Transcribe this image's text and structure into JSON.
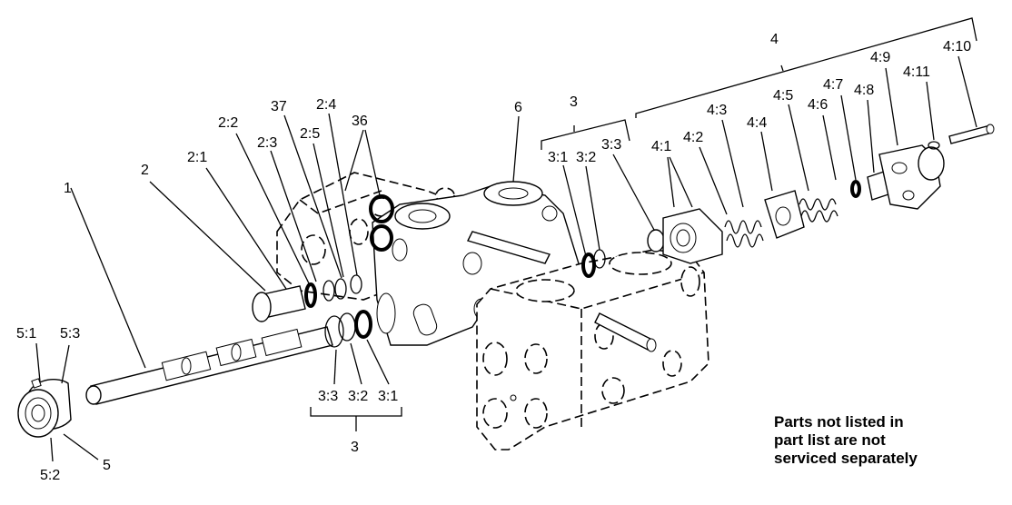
{
  "callouts": {
    "c_1": "1",
    "c_2": "2",
    "c_2_1": "2:1",
    "c_2_2": "2:2",
    "c_2_3": "2:3",
    "c_37": "37",
    "c_2_5": "2:5",
    "c_2_4": "2:4",
    "c_36": "36",
    "c_6": "6",
    "c_3_top": "3",
    "c_3_1_top": "3:1",
    "c_3_2_top": "3:2",
    "c_3_3_top": "3:3",
    "c_4": "4",
    "c_4_1": "4:1",
    "c_4_2": "4:2",
    "c_4_3": "4:3",
    "c_4_4": "4:4",
    "c_4_5": "4:5",
    "c_4_6": "4:6",
    "c_4_7": "4:7",
    "c_4_8": "4:8",
    "c_4_9": "4:9",
    "c_4_10": "4:10",
    "c_4_11": "4:11",
    "c_5_1": "5:1",
    "c_5_3": "5:3",
    "c_5_2": "5:2",
    "c_5": "5",
    "c_3_3_bot": "3:3",
    "c_3_2_bot": "3:2",
    "c_3_1_bot": "3:1",
    "c_3_bot": "3"
  },
  "note": {
    "line1": "Parts not listed in",
    "line2": "part list are not",
    "line3": "serviced separately"
  }
}
